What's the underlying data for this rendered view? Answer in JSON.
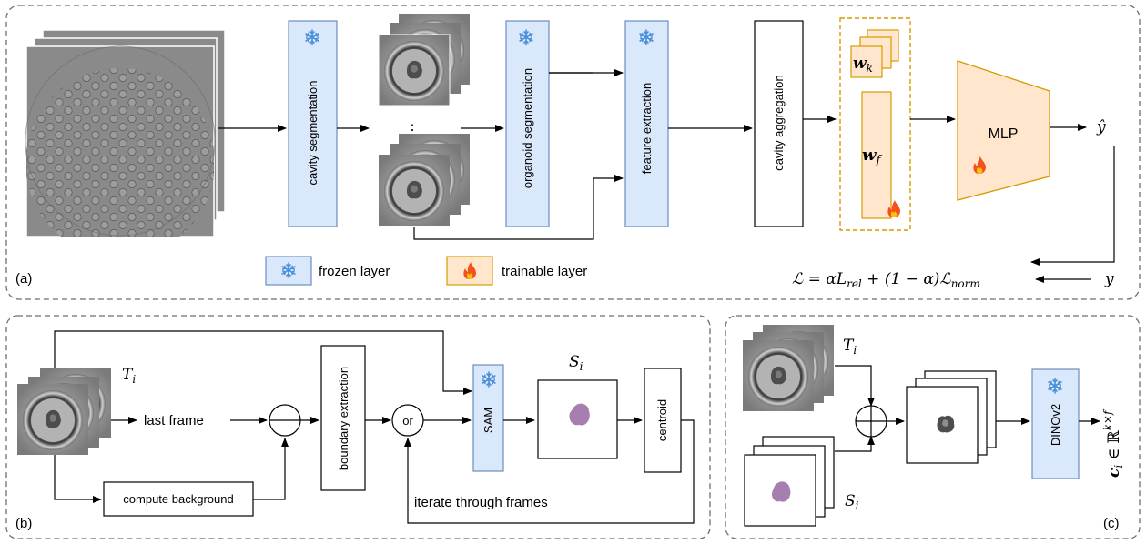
{
  "colors": {
    "frozen_fill": "#dae8fc",
    "frozen_stroke": "#6c8ebf",
    "trainable_fill": "#ffe6cc",
    "trainable_stroke": "#d79b00",
    "mask": "#a67fb0"
  },
  "icons": {
    "frozen": "snowflake-icon",
    "trainable": "flame-icon"
  },
  "panel_a": {
    "label": "(a)",
    "cavity_segmentation": "cavity segmentation",
    "ellipsis": "⋮",
    "organoid_segmentation": "organoid segmentation",
    "feature_extraction": "feature extraction",
    "cavity_aggregation": "cavity aggregation",
    "w_k": "w",
    "w_k_sub": "k",
    "w_f": "w",
    "w_f_sub": "f",
    "mlp": "MLP",
    "y_hat": "ŷ",
    "y": "y",
    "loss_formula": "ℒ = αL",
    "loss_rel": "rel",
    "loss_mid": " + (1 − α)ℒ",
    "loss_norm": "norm",
    "legend_frozen": "frozen layer",
    "legend_trainable": "trainable layer"
  },
  "panel_b": {
    "label": "(b)",
    "T_i": "T",
    "i_sub": "i",
    "last_frame": "last frame",
    "compute_background": "compute background",
    "boundary_extraction": "boundary extraction",
    "or": "or",
    "sam": "SAM",
    "S_i": "S",
    "centroid": "centroid",
    "iterate": "iterate through frames"
  },
  "panel_c": {
    "label": "(c)",
    "T_i": "T",
    "S_i": "S",
    "i_sub": "i",
    "dinov2": "DINOv2",
    "c_i": "c",
    "c_rest": " ∈ ℝ",
    "c_sup": "k×f"
  }
}
